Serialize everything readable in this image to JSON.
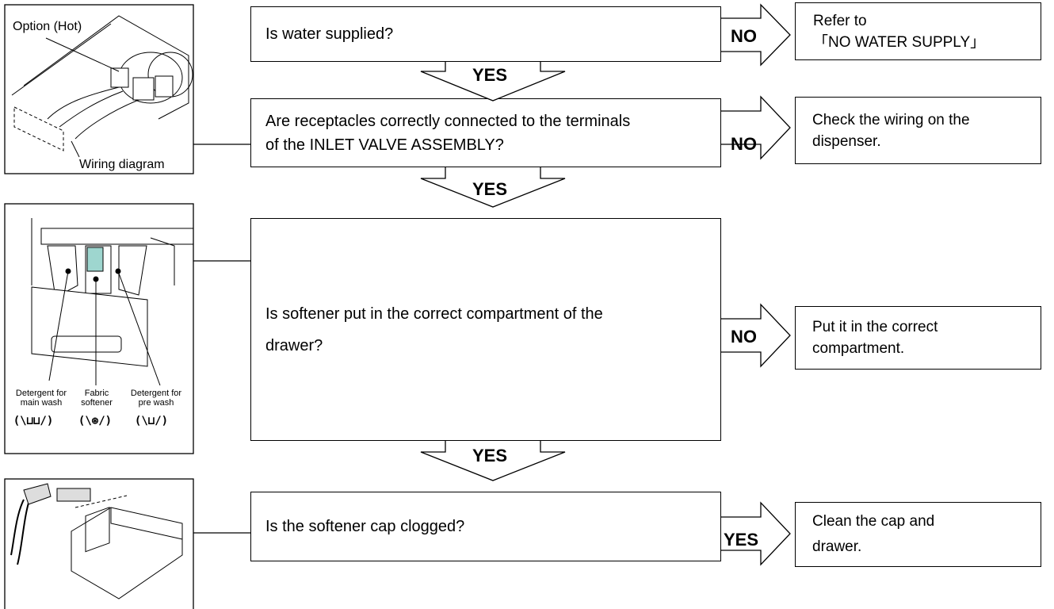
{
  "steps": [
    {
      "question": "Is water supplied?",
      "branch": "NO",
      "result_lines": [
        "Refer to",
        "「NO WATER SUPPLY」"
      ]
    },
    {
      "question_lines": [
        "Are receptacles correctly connected to the terminals",
        "of the INLET VALVE ASSEMBLY?"
      ],
      "branch": "NO",
      "result_lines": [
        "Check the wiring on the",
        "dispenser."
      ]
    },
    {
      "question_lines": [
        "Is softener put in the correct compartment of the",
        "drawer?"
      ],
      "branch": "NO",
      "result_lines": [
        "Put it in the correct",
        "compartment."
      ]
    },
    {
      "question": "Is the softener cap clogged?",
      "branch": "YES",
      "result_lines": [
        "Clean the cap and",
        "drawer."
      ]
    }
  ],
  "flow_labels": {
    "yes1": "YES",
    "yes2": "YES",
    "yes3": "YES"
  },
  "pictures": {
    "valve": {
      "option_label": "Option (Hot)",
      "wiring_label": "Wiring diagram"
    },
    "drawer": {
      "main_label_1": "Detergent for",
      "main_label_2": "main wash",
      "fabric_label_1": "Fabric",
      "fabric_label_2": "softener",
      "pre_label_1": "Detergent for",
      "pre_label_2": "pre wash"
    }
  }
}
